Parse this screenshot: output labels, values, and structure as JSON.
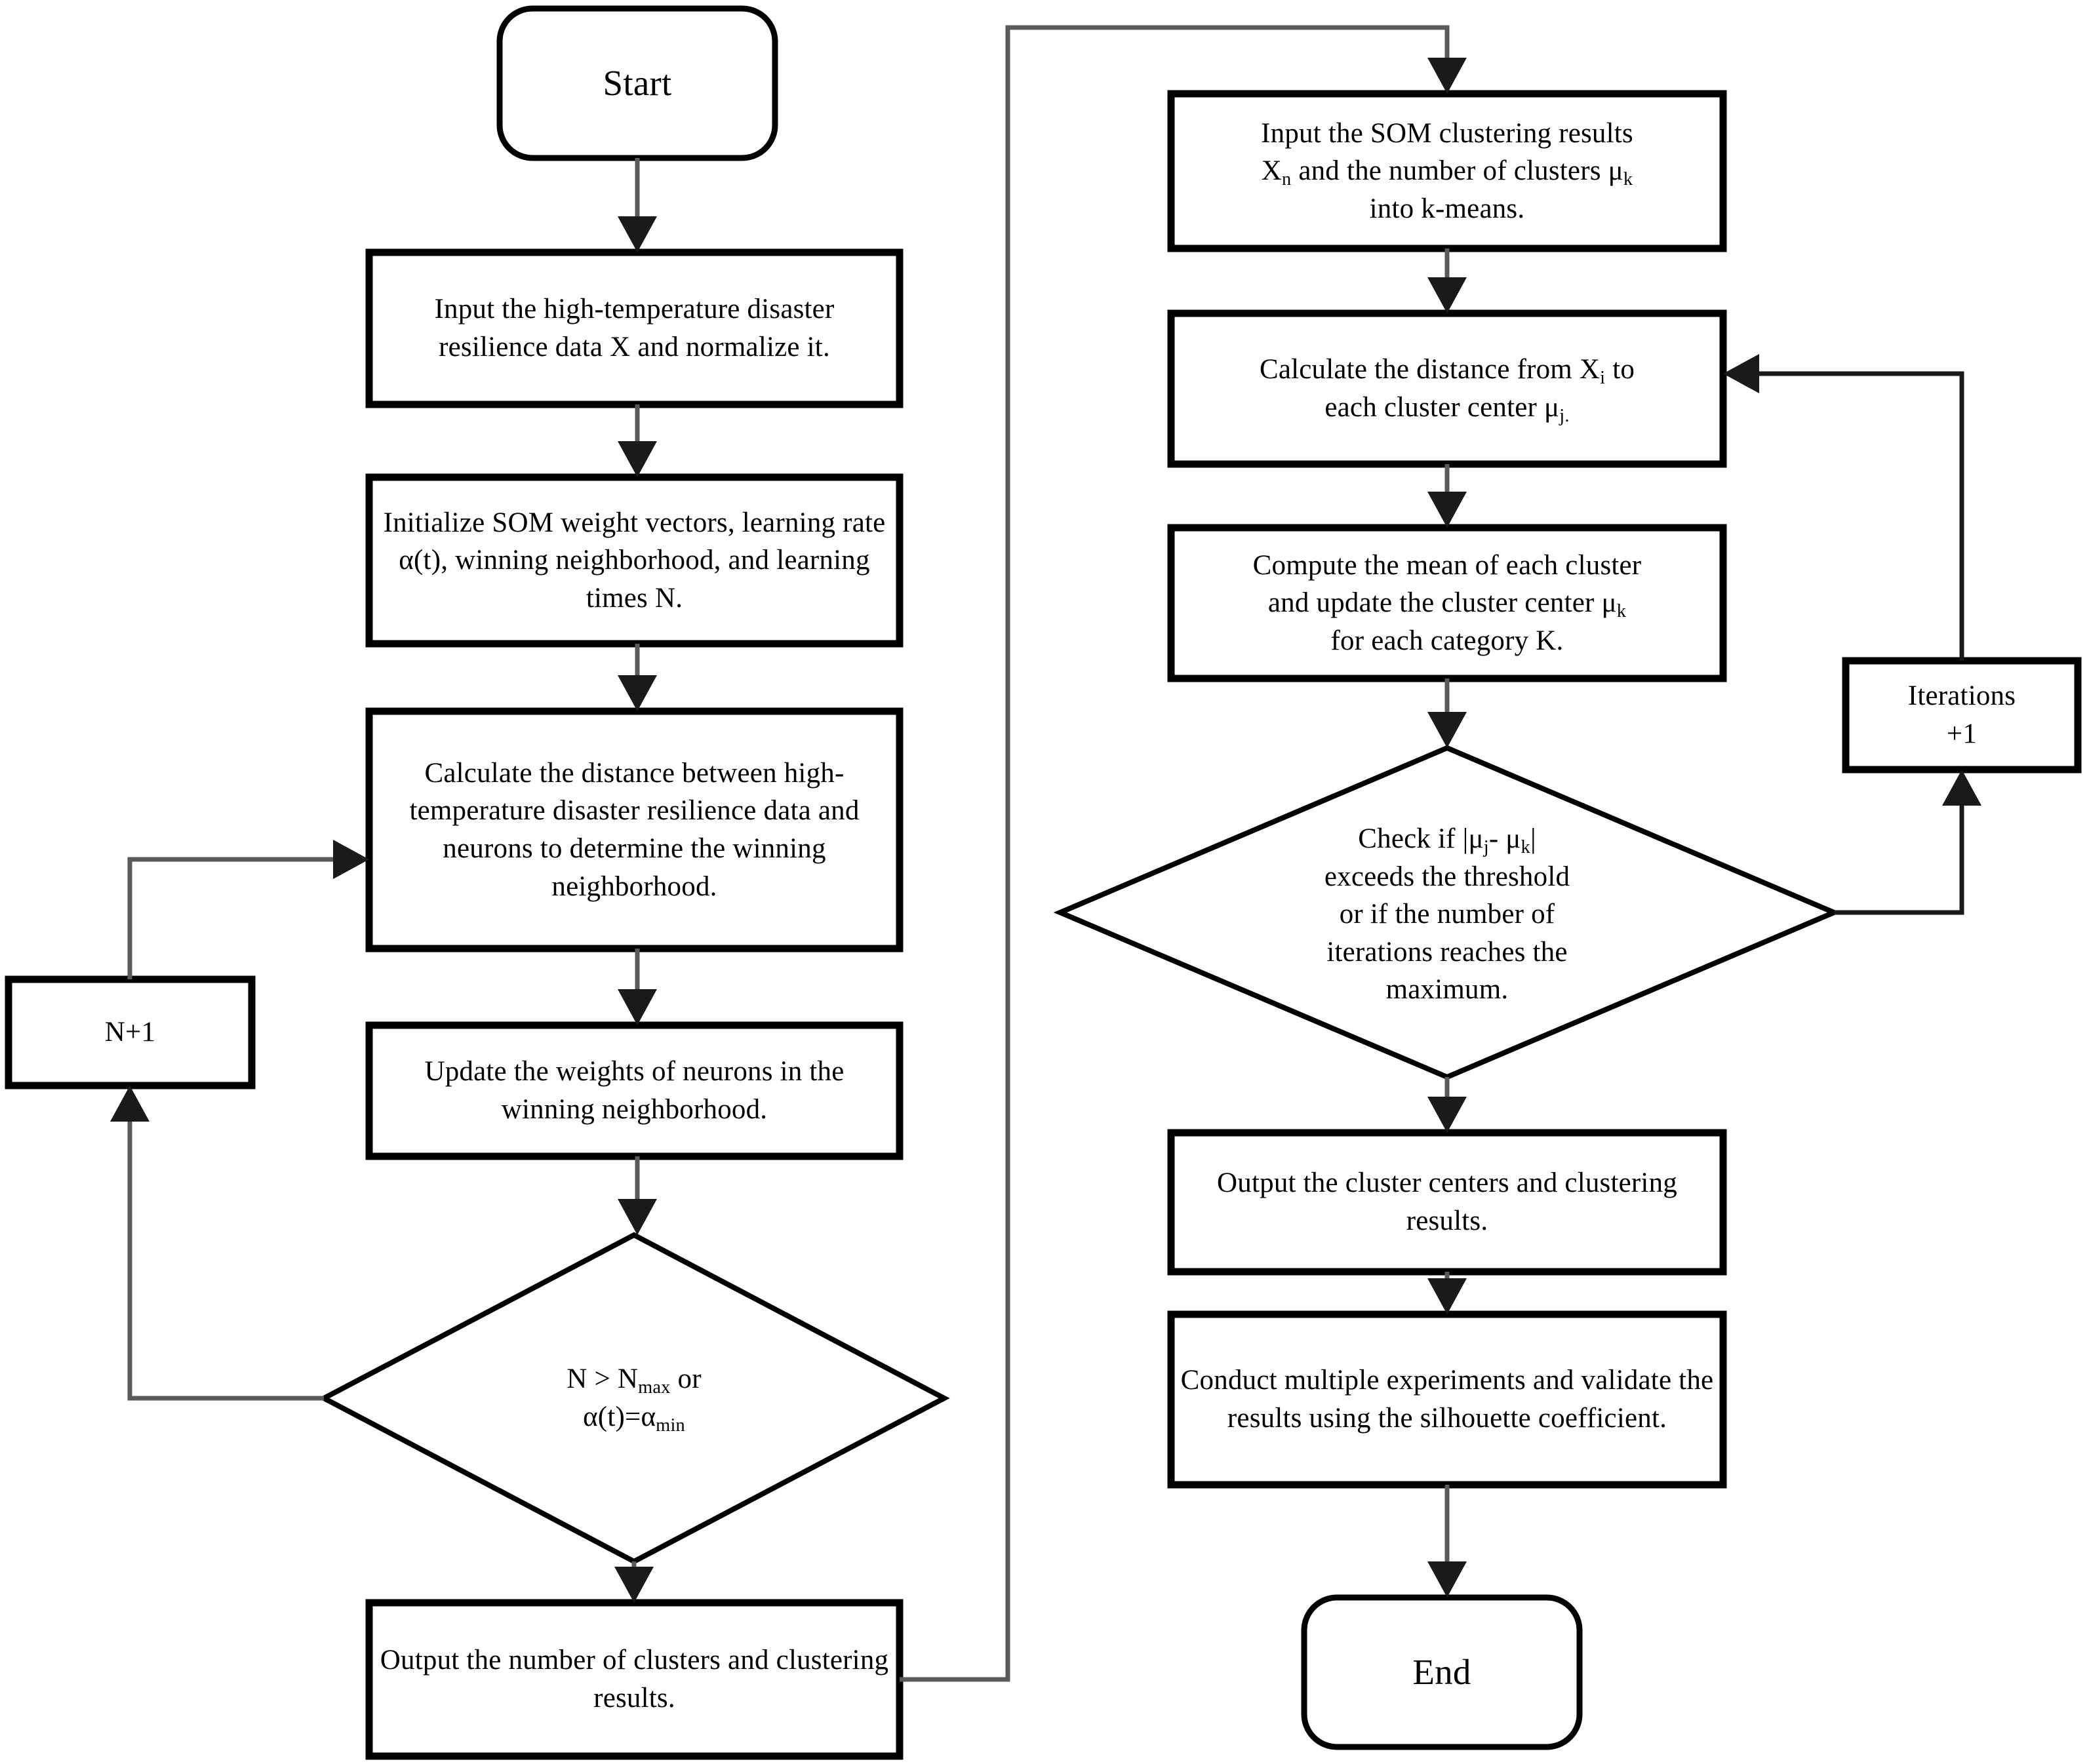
{
  "diagram": {
    "title": "SOM and k-means clustering algorithm flowchart",
    "stroke_color": "#000000",
    "connector_color": "#5a5a5a",
    "background": "#ffffff"
  },
  "nodes": {
    "start": {
      "label": "Start",
      "shape": "terminal"
    },
    "input_data": {
      "label": "Input the high-temperature disaster resilience data X and normalize it.",
      "shape": "process"
    },
    "init_som": {
      "label": "Initialize SOM weight vectors, learning rate α(t), winning neighborhood, and learning times  N.",
      "shape": "process"
    },
    "calc_distance_som": {
      "label": "Calculate the distance between high-temperature disaster resilience data and neurons to determine the winning neighborhood.",
      "shape": "process"
    },
    "update_weights": {
      "label": "Update the weights of neurons in the winning neighborhood.",
      "shape": "process"
    },
    "n_plus_1": {
      "label": "N+1",
      "shape": "process"
    },
    "decision_som": {
      "label_line1": "N > N",
      "label_sub1": "max",
      "label_line1b": " or",
      "label_line2": "α(t)=α",
      "label_sub2": "min",
      "shape": "decision"
    },
    "output_clusters": {
      "label": "Output the number of clusters and clustering results.",
      "shape": "process"
    },
    "input_kmeans": {
      "label_a": "Input the SOM clustering results",
      "label_b_pre": "X",
      "label_b_sub": "n",
      "label_b_mid": " and the number of clusters μ",
      "label_b_sub2": "k",
      "label_c": "into k-means.",
      "shape": "process"
    },
    "calc_distance_kmeans": {
      "label_a": "Calculate the distance from X",
      "label_a_sub": "i",
      "label_a_post": " to",
      "label_b": "each cluster center μ",
      "label_b_sub": "j.",
      "shape": "process"
    },
    "compute_mean": {
      "label_a": "Compute the mean of each cluster",
      "label_b": "and update the cluster center μ",
      "label_b_sub": "k",
      "label_c": "for each category K.",
      "shape": "process"
    },
    "decision_kmeans": {
      "label_a_pre": "Check if |μ",
      "label_a_sub1": "j",
      "label_a_mid": "- μ",
      "label_a_sub2": "k",
      "label_a_post": "|",
      "label_b": "exceeds the threshold",
      "label_c": "or if the number of",
      "label_d": "iterations reaches the",
      "label_e": "maximum.",
      "shape": "decision"
    },
    "iterations_plus_1": {
      "label_a": "Iterations",
      "label_b": "+1",
      "shape": "process"
    },
    "output_centers": {
      "label": "Output the cluster centers and clustering results.",
      "shape": "process"
    },
    "conduct_experiments": {
      "label": "Conduct multiple experiments and validate the results using the silhouette coefficient.",
      "shape": "process"
    },
    "end": {
      "label": "End",
      "shape": "terminal"
    }
  },
  "edges": [
    {
      "name": "start-to-input-data"
    },
    {
      "name": "input-data-to-init-som"
    },
    {
      "name": "init-som-to-calc-distance"
    },
    {
      "name": "calc-distance-to-update-weights"
    },
    {
      "name": "update-weights-to-decision-som"
    },
    {
      "name": "decision-som-to-n-plus-1"
    },
    {
      "name": "n-plus-1-to-calc-distance"
    },
    {
      "name": "decision-som-to-output-clusters"
    },
    {
      "name": "output-clusters-to-input-kmeans"
    },
    {
      "name": "input-kmeans-to-calc-distance-kmeans"
    },
    {
      "name": "calc-distance-kmeans-to-compute-mean"
    },
    {
      "name": "compute-mean-to-decision-kmeans"
    },
    {
      "name": "decision-kmeans-to-iterations"
    },
    {
      "name": "iterations-to-calc-distance-kmeans"
    },
    {
      "name": "decision-kmeans-to-output-centers"
    },
    {
      "name": "output-centers-to-conduct-experiments"
    },
    {
      "name": "conduct-experiments-to-end"
    }
  ]
}
